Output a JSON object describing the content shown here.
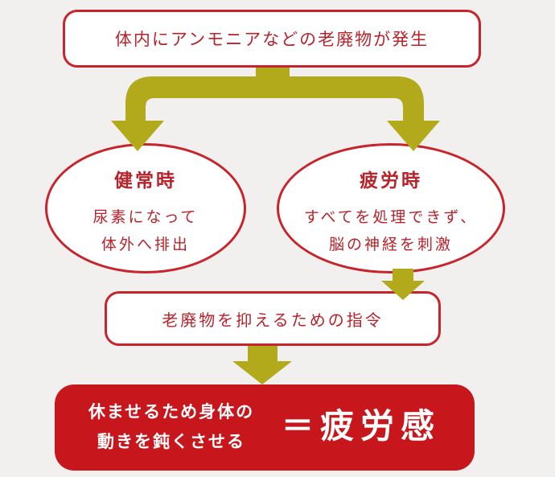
{
  "top_box": {
    "text": "体内にアンモニアなどの老廃物が発生"
  },
  "normal": {
    "title": "健常時",
    "lines": [
      "尿素になって",
      "体外へ排出"
    ]
  },
  "fatigue": {
    "title": "疲労時",
    "lines": [
      "すべてを処理できず、",
      "脳の神経を刺激"
    ]
  },
  "middle_box": {
    "text": "老廃物を抑えるための指令"
  },
  "result": {
    "lines": [
      "休ませるため身体の",
      "動きを鈍くさせる"
    ],
    "equals": "＝",
    "label": "疲労感"
  },
  "colors": {
    "background": "#f2f0ef",
    "border_red": "#c8242b",
    "text_red": "#b8232b",
    "result_fill": "#c8161d",
    "arrow_olive": "#b3aa1b"
  }
}
